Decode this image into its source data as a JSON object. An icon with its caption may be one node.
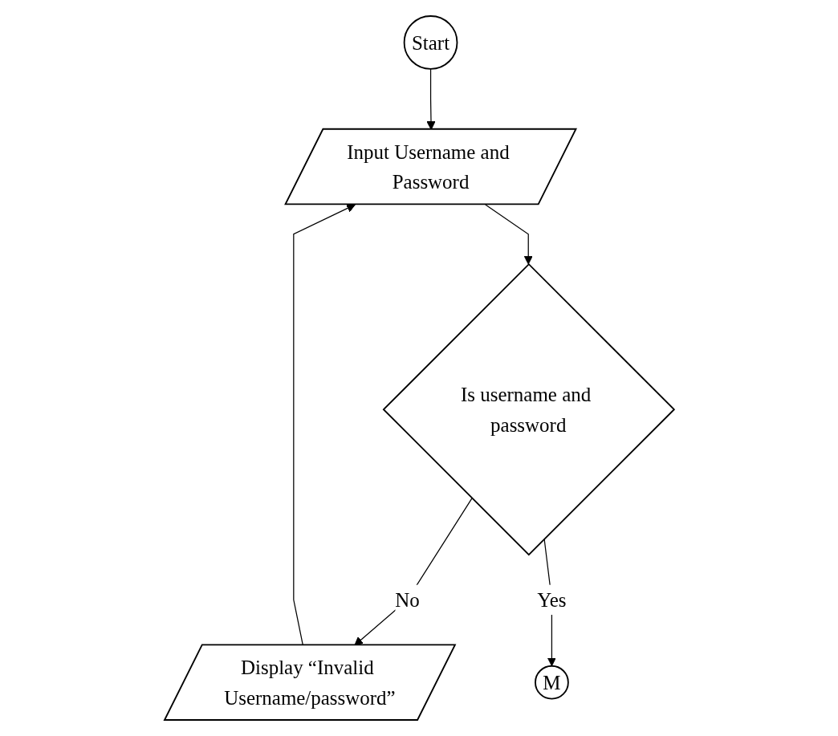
{
  "diagram": {
    "nodes": [
      {
        "text": [
          "Start"
        ]
      },
      {
        "text": [
          "Input Username and Password"
        ]
      },
      {
        "text": [
          "Is username and password"
        ]
      },
      {
        "text": [
          "Display “Invalid Username/password”"
        ]
      },
      {
        "text": [
          "M"
        ]
      }
    ],
    "edges": [
      {
        "from": 0,
        "to": 1,
        "arrow": "to"
      },
      {
        "from": 1,
        "to": 2,
        "arrow": "to"
      },
      {
        "from": 2,
        "to": 3,
        "arrow": "to",
        "label": "No"
      },
      {
        "from": 3,
        "to": 1,
        "arrow": "to"
      },
      {
        "from": 2,
        "to": 4,
        "arrow": "to",
        "label": "Yes"
      }
    ]
  }
}
